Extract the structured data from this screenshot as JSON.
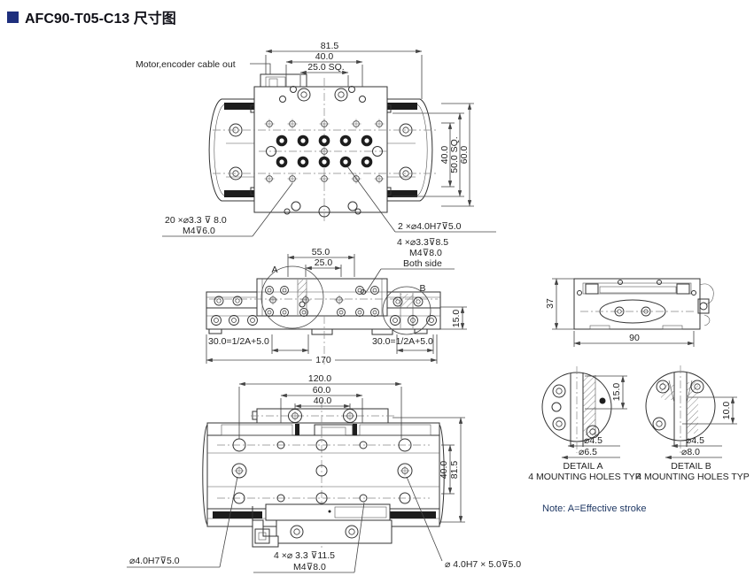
{
  "title": "AFC90-T05-C13 尺寸图",
  "colors": {
    "accent": "#1e2f7d",
    "line": "#333333",
    "note_text": "#1f3864"
  },
  "top_view": {
    "cable_label": "Motor,encoder cable out",
    "dim_width_outer": "81.5",
    "dim_width_mid": "40.0",
    "dim_width_sq": "25.0 SQ.",
    "dim_height_mid": "40.0",
    "dim_height_sq": "50.0 SQ.",
    "dim_height_outer": "60.0",
    "label_20_holes_1": "20 ×⌀3.3 ⊽ 8.0",
    "label_20_holes_2": "M4⊽6.0",
    "label_2_holes": "2 ×⌀4.0H7⊽5.0"
  },
  "front_view": {
    "dim_55": "55.0",
    "dim_25": "25.0",
    "detail_a_mark": "A",
    "detail_b_mark": "B",
    "dim_15": "15.0",
    "dim_30_left": "30.0=1/2A+5.0",
    "dim_30_right": "30.0=1/2A+5.0",
    "dim_170": "170",
    "label_4_holes_1": "4 ×⌀3.3⊽8.5",
    "label_4_holes_2": "M4⊽8.0",
    "label_4_holes_3": "Both side"
  },
  "bottom_view": {
    "dim_120": "120.0",
    "dim_60": "60.0",
    "dim_40": "40.0",
    "dim_40_v": "40.0",
    "dim_81_5": "81.5",
    "label_dowel_left": "⌀4.0H7⊽5.0",
    "label_4_holes_1": "4 ×⌀ 3.3 ⊽11.5",
    "label_4_holes_2": "M4⊽8.0",
    "label_dowel_right": "⌀ 4.0H7 × 5.0⊽5.0"
  },
  "side_view": {
    "dim_37": "37",
    "dim_90": "90"
  },
  "detail_a": {
    "dim_15": "15.0",
    "dia_small": "⌀4.5",
    "dia_large": "⌀6.5",
    "caption": "DETAIL A",
    "subcaption": "4 MOUNTING HOLES TYP"
  },
  "detail_b": {
    "dim_10": "10.0",
    "dia_small": "⌀4.5",
    "dia_large": "⌀8.0",
    "caption": "DETAIL B",
    "subcaption": "4 MOUNTING HOLES TYP"
  },
  "note": "Note: A=Effective stroke"
}
